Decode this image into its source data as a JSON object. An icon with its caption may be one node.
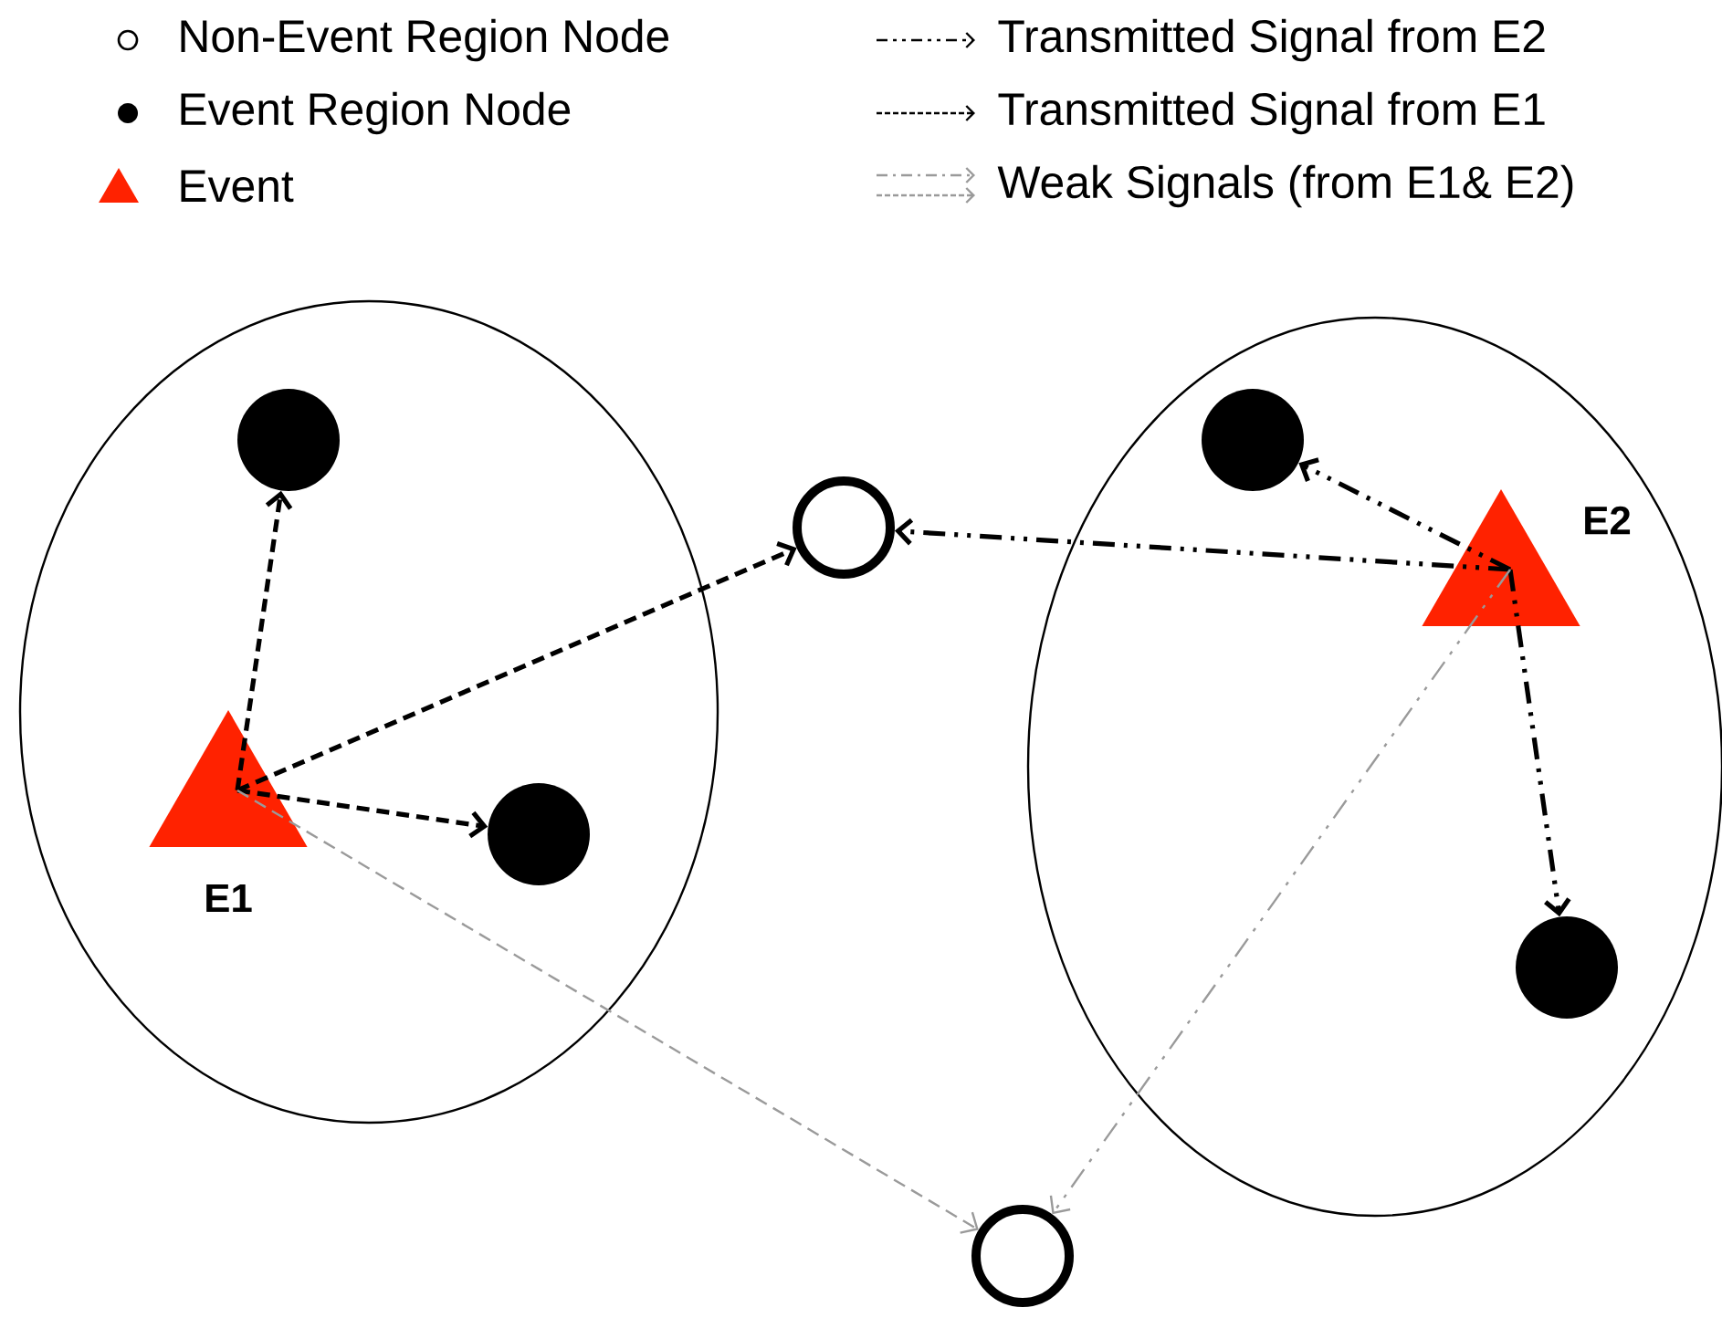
{
  "diagram": {
    "nodes": [
      {
        "text": [],
        "shape": "ellipse"
      },
      {
        "text": [
          "E1"
        ],
        "in": 0
      },
      {
        "text": [],
        "shape": "circle",
        "in": 0
      },
      {
        "text": [],
        "shape": "circle",
        "in": 0
      },
      {
        "text": [],
        "shape": "circle"
      },
      {
        "text": [],
        "shape": "ellipse"
      },
      {
        "text": [
          "E2"
        ],
        "in": 5
      },
      {
        "text": [],
        "shape": "circle",
        "in": 5
      },
      {
        "text": [],
        "shape": "circle",
        "in": 5
      },
      {
        "text": [],
        "shape": "circle"
      }
    ],
    "edges": [
      {
        "from": 1,
        "to": 2,
        "arrow": "to",
        "style": "dashed"
      },
      {
        "from": 1,
        "to": 4,
        "arrow": "to",
        "style": "dashed"
      },
      {
        "from": 1,
        "to": 3,
        "arrow": "to",
        "style": "dashed"
      },
      {
        "from": 1,
        "to": 9,
        "arrow": "to",
        "style": "dashed",
        "color": "#9a9a9a"
      },
      {
        "from": 6,
        "to": 7,
        "arrow": "to",
        "style": "dashed"
      },
      {
        "from": 6,
        "to": 4,
        "arrow": "to",
        "style": "dashed"
      },
      {
        "from": 6,
        "to": 8,
        "arrow": "to",
        "style": "dashed"
      },
      {
        "from": 6,
        "to": 9,
        "arrow": "to",
        "style": "dashed",
        "color": "#9a9a9a"
      }
    ],
    "legend": [
      {
        "text": "Non-Event Region Node"
      },
      {
        "text": "Event Region Node"
      },
      {
        "text": "Event"
      },
      {
        "text": "Transmitted Signal from E2"
      },
      {
        "text": "Transmitted Signal from E1"
      },
      {
        "text": "Weak Signals (from E1& E2)"
      }
    ]
  }
}
